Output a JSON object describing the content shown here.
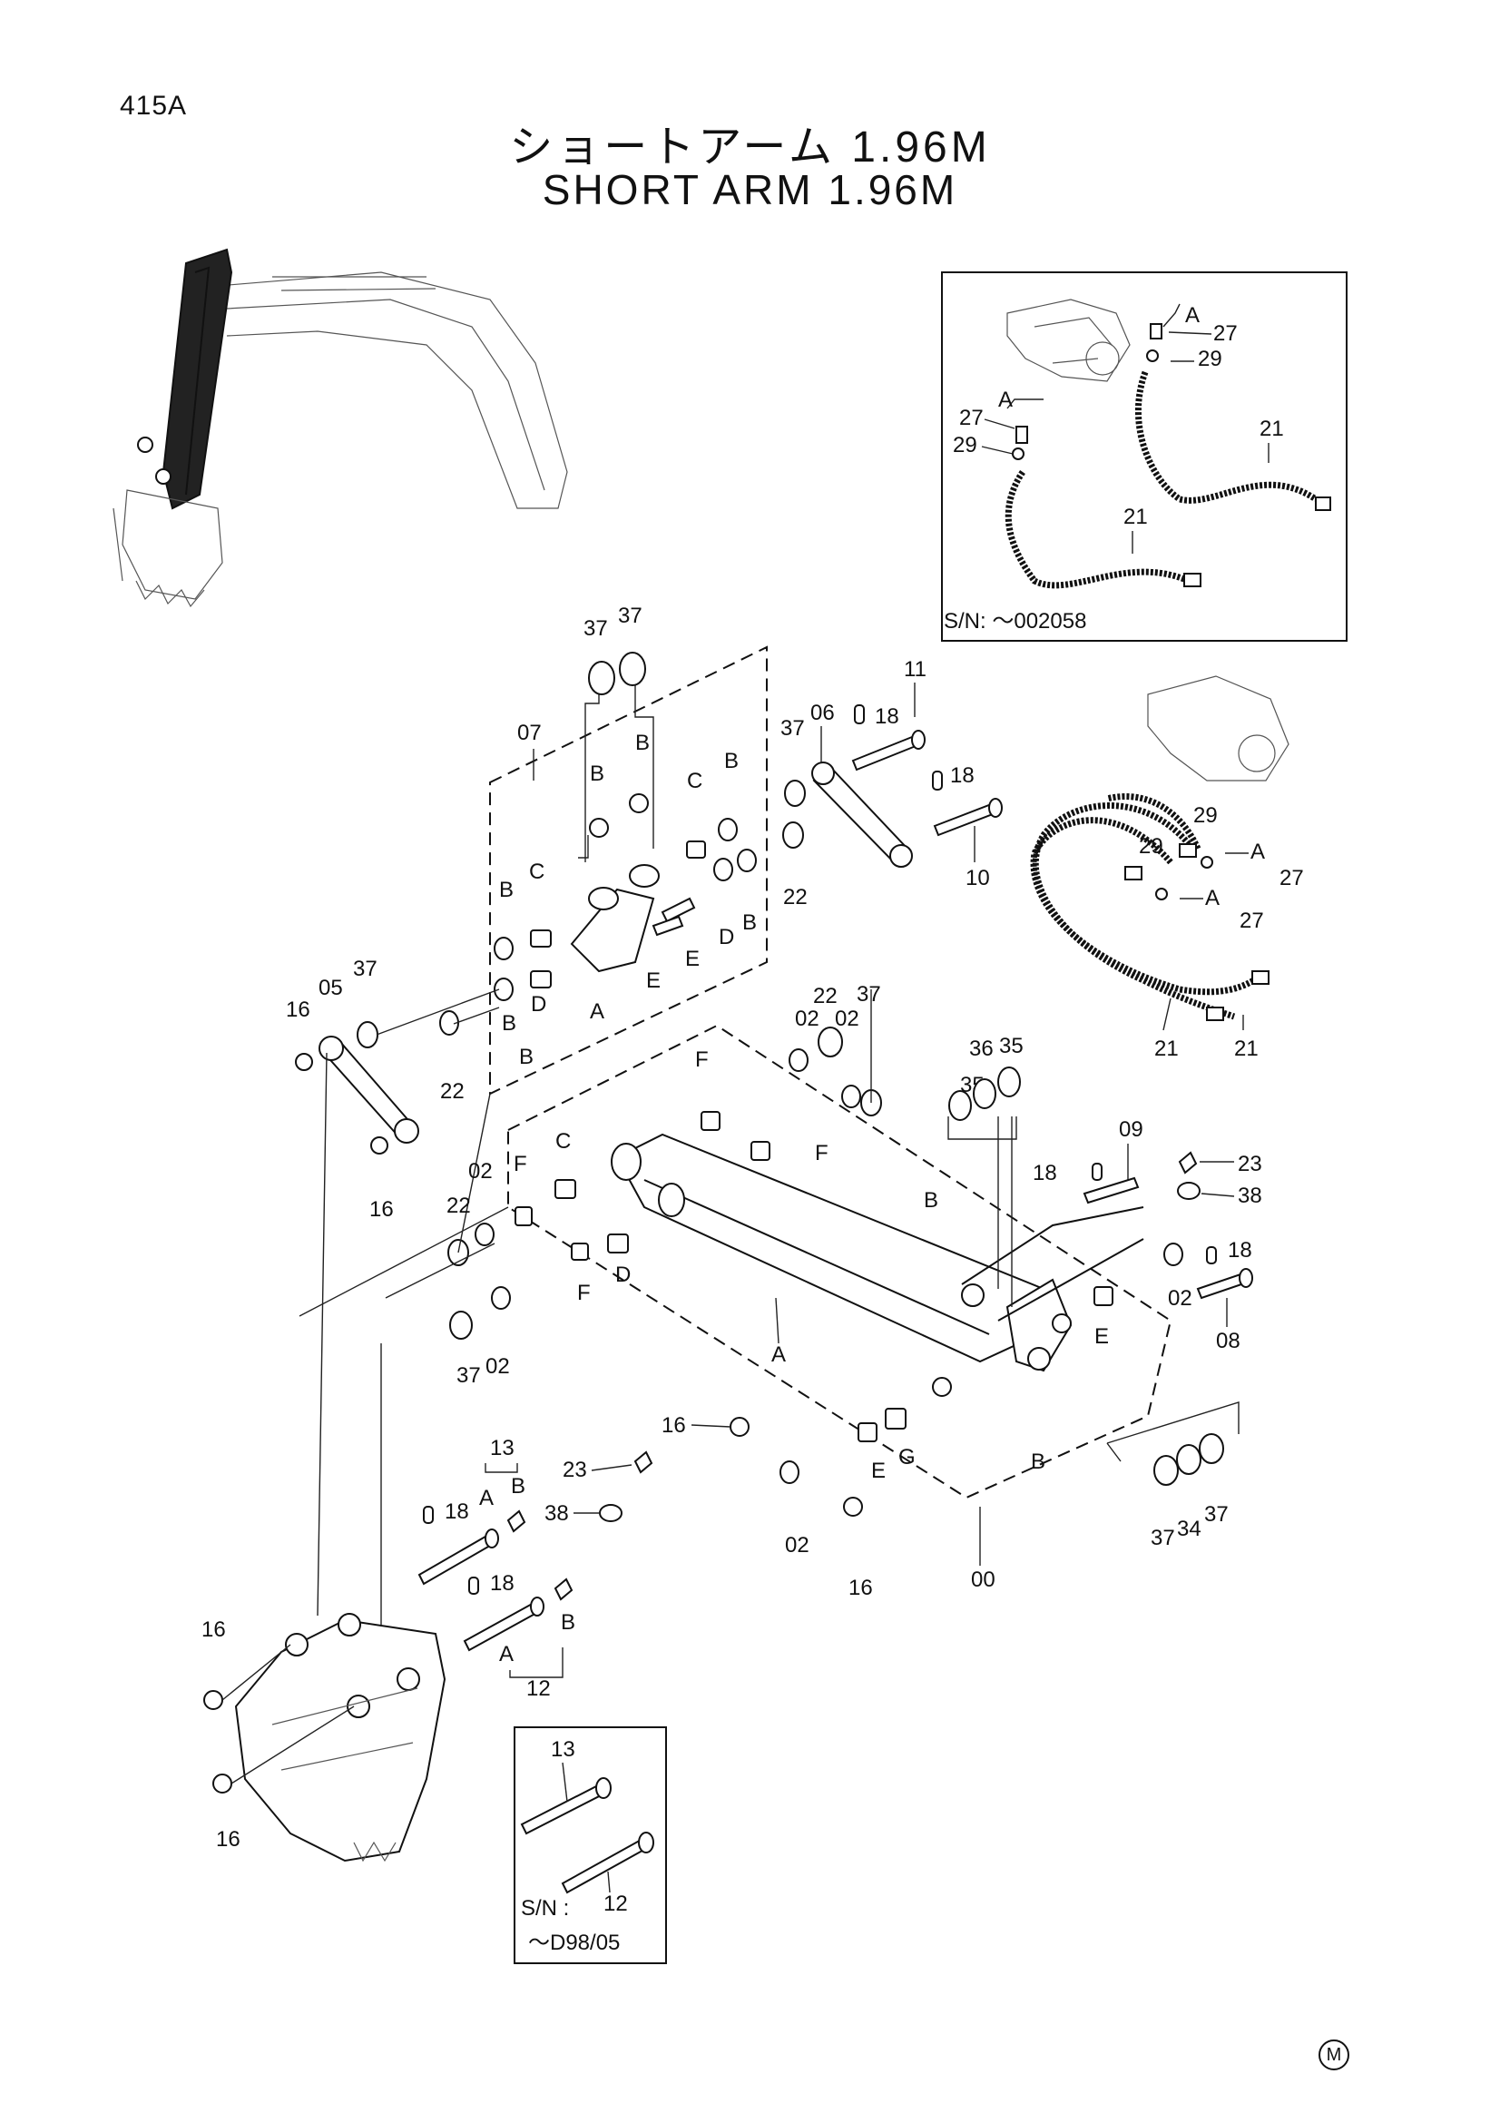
{
  "page_number": "415A",
  "title_jp": "ショートアーム 1.96M",
  "title_en": "SHORT  ARM 1.96M",
  "inset_top_note": "S/N: ～002058",
  "inset_bottom_note_line1": "S/N :",
  "inset_bottom_note_line2": "～D98/05",
  "corner_mark": "M",
  "callouts": {
    "c00": "00",
    "c02a": "02",
    "c02b": "02",
    "c02c": "02",
    "c02d": "02",
    "c02e": "02",
    "c02f": "02",
    "c05": "05",
    "c06": "06",
    "c07": "07",
    "c08": "08",
    "c09": "09",
    "c10": "10",
    "c11": "11",
    "c12a": "12",
    "c12b": "12",
    "c13a": "13",
    "c13b": "13",
    "c16a": "16",
    "c16b": "16",
    "c16c": "16",
    "c16d": "16",
    "c16e": "16",
    "c16f": "16",
    "c18a": "18",
    "c18b": "18",
    "c18c": "18",
    "c18d": "18",
    "c18e": "18",
    "c18f": "18",
    "c21a": "21",
    "c21b": "21",
    "c21c": "21",
    "c21d": "21",
    "c22a": "22",
    "c22b": "22",
    "c22c": "22",
    "c22d": "22",
    "c23a": "23",
    "c23b": "23",
    "c27a": "27",
    "c27b": "27",
    "c27c": "27",
    "c27d": "27",
    "c29a": "29",
    "c29b": "29",
    "c29c": "29",
    "c29d": "29",
    "c34": "34",
    "c35a": "35",
    "c35b": "35",
    "c36": "36",
    "c37a": "37",
    "c37b": "37",
    "c37c": "37",
    "c37d": "37",
    "c37e": "37",
    "c37f": "37",
    "c37g": "37",
    "c37h": "37",
    "c38a": "38",
    "c38b": "38",
    "lA1": "A",
    "lA2": "A",
    "lA3": "A",
    "lA4": "A",
    "lA5": "A",
    "lA6": "A",
    "lA7": "A",
    "lA8": "A",
    "lB1": "B",
    "lB2": "B",
    "lB3": "B",
    "lB4": "B",
    "lB5": "B",
    "lB6": "B",
    "lB7": "B",
    "lB8": "B",
    "lB9": "B",
    "lB10": "B",
    "lB11": "B",
    "lC1": "C",
    "lC2": "C",
    "lC3": "C",
    "lD1": "D",
    "lD2": "D",
    "lD3": "D",
    "lE1": "E",
    "lE2": "E",
    "lE3": "E",
    "lE4": "E",
    "lF1": "F",
    "lF2": "F",
    "lF3": "F",
    "lF4": "F",
    "lG1": "G"
  }
}
